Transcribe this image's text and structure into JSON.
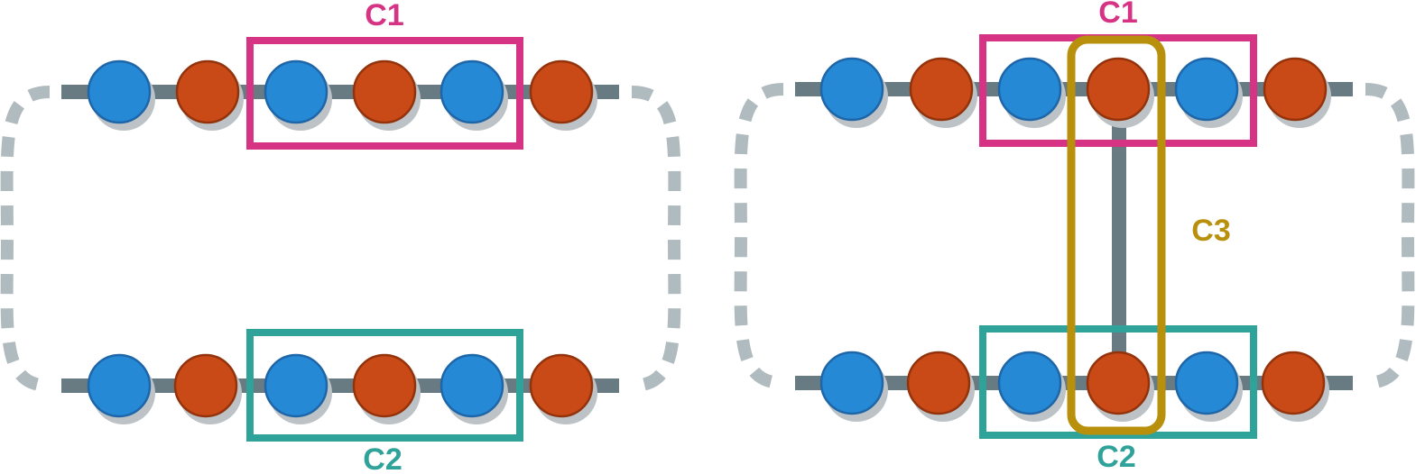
{
  "colors": {
    "blue": "#2589d6",
    "blue_stroke": "#1e66a8",
    "orange": "#c94a17",
    "orange_stroke": "#93330c",
    "shadow": "#bcc2c5",
    "chain": "#687b83",
    "loop": "#b0bbbf",
    "c1": "#d63384",
    "c2": "#2fa39a",
    "c3": "#b8900c"
  },
  "panels": [
    {
      "labels": {
        "top": "C1",
        "bottom": "C2"
      },
      "chain_sequence": [
        "blue",
        "orange",
        "blue",
        "orange",
        "blue",
        "orange"
      ]
    },
    {
      "labels": {
        "top": "C1",
        "bottom": "C2",
        "bridge": "C3"
      },
      "chain_sequence": [
        "blue",
        "orange",
        "blue",
        "orange",
        "blue",
        "orange"
      ]
    }
  ]
}
